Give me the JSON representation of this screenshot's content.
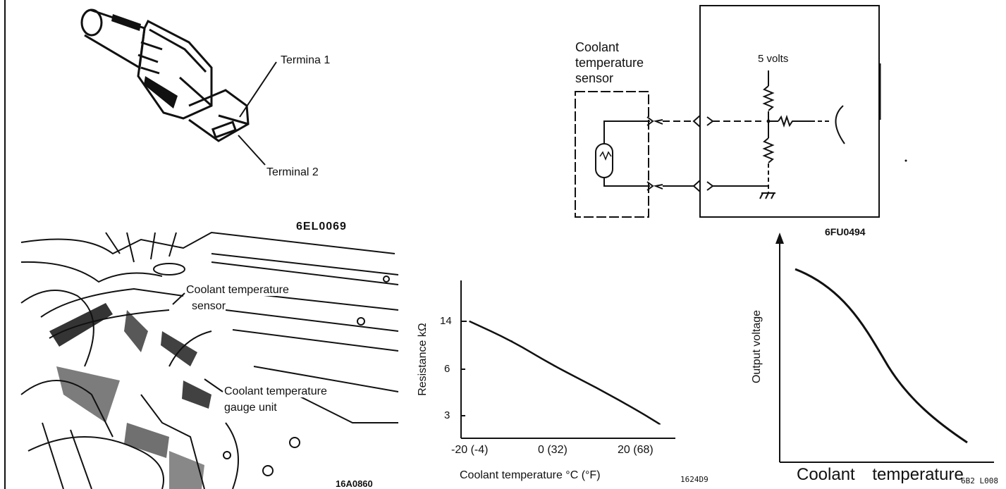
{
  "sensor_illustration": {
    "terminal_1": "Termina 1",
    "terminal_2": "Terminal 2",
    "code": "6EL0069"
  },
  "engine_photo": {
    "sensor_label_line1": "Coolant temperature",
    "sensor_label_line2": "sensor",
    "gauge_label_line1": "Coolant temperature",
    "gauge_label_line2": "gauge unit",
    "code": "16A0860"
  },
  "circuit": {
    "sensor_label_line1": "Coolant",
    "sensor_label_line2": "temperature",
    "sensor_label_line3": "sensor",
    "supply_label": "5 volts",
    "code": "6FU0494"
  },
  "chart_data": [
    {
      "type": "line",
      "x": [
        -20,
        -10,
        0,
        10,
        20,
        25
      ],
      "y": [
        14,
        10,
        6.5,
        4.5,
        3,
        2.4
      ],
      "y_ticks": [
        "14",
        "6",
        "3"
      ],
      "x_ticks": [
        "-20 (-4)",
        "0 (32)",
        "20 (68)"
      ],
      "xlabel": "Coolant temperature °C (°F)",
      "ylabel": "Resistance kΩ",
      "code": "1624D9"
    },
    {
      "type": "line",
      "xlabel": "Coolant temperature",
      "ylabel": "Output voltage",
      "code": "6B2 L008"
    }
  ]
}
